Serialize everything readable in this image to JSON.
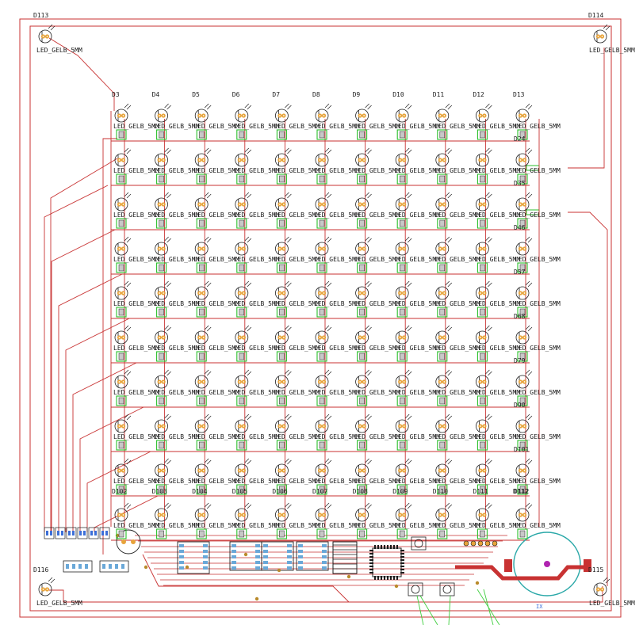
{
  "colors": {
    "background": "#ffffff",
    "copper_trace": "#c83232",
    "board_outline": "#c83232",
    "silkscreen": "#202020",
    "pad_copper": "#e7a33a",
    "pad_hole": "#ffffff",
    "label_box": "#2bbf2b",
    "smd_pad": "#3c6fd8",
    "via": "#b98a2b",
    "ratsnest": "#3fcf3f",
    "ic_body": "#1c1c1c",
    "inner_pad": "#6aa8d8",
    "coin_cell": "#2aa8a8",
    "magenta": "#b023b0"
  },
  "corner_leds": [
    {
      "name": "D113",
      "value": "LED_GELB_5MM"
    },
    {
      "name": "D114",
      "value": "LED_GELB_5MM"
    },
    {
      "name": "D116",
      "value": "LED_GELB_5MM"
    },
    {
      "name": "D115",
      "value": "LED_GELB_5MM"
    }
  ],
  "matrix": {
    "cols": 11,
    "rows": 10,
    "value_label": "LED_GELB_5MM",
    "top_row_names": [
      "D3",
      "D4",
      "D5",
      "D6",
      "D7",
      "D8",
      "D9",
      "D10",
      "D11",
      "D12",
      "D13"
    ],
    "bottom_row_names": [
      "D102",
      "D103",
      "D104",
      "D105",
      "D106",
      "D107",
      "D108",
      "D109",
      "D110",
      "D111",
      "D112"
    ],
    "right_col_names": [
      "D24",
      "D35",
      "D46",
      "D57",
      "D68",
      "D79",
      "D90",
      "D101",
      "",
      "D112"
    ]
  },
  "bottom_marks": {
    "crystal_label": "IX"
  }
}
